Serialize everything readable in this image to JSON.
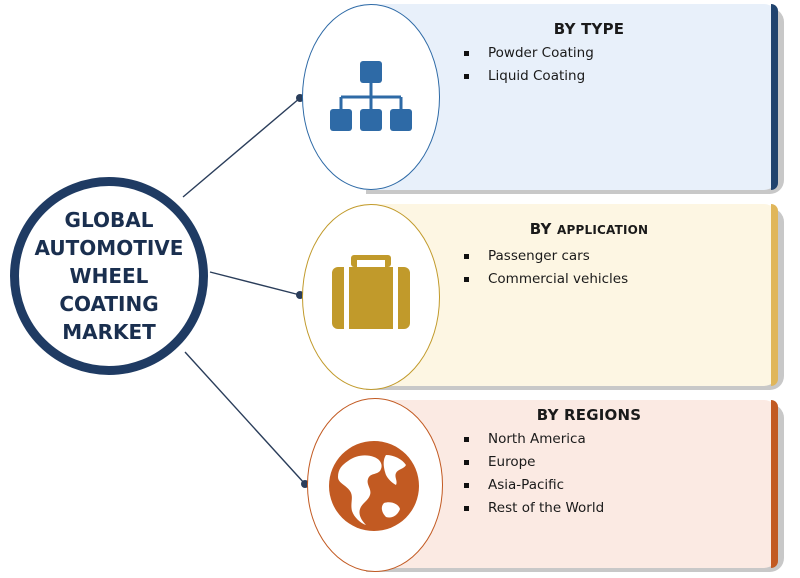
{
  "center": {
    "title": "GLOBAL\nAUTOMOTIVE\nWHEEL\nCOATING\nMARKET"
  },
  "colors": {
    "center_ring": "#1f3b63",
    "type_panel": "#e8f0fa",
    "type_edge": "#20436e",
    "type_icon": "#2e6aa6",
    "application_panel": "#fdf6e3",
    "application_edge": "#e0b65a",
    "application_icon": "#c19a2b",
    "regions_panel": "#fbeae3",
    "regions_edge": "#c25a22",
    "regions_icon": "#c25a22",
    "connector": "#2a3d5a"
  },
  "segments": [
    {
      "id": "type",
      "title_main": "BY TYPE",
      "title_small": "",
      "icon": "hierarchy-icon",
      "items": [
        "Powder Coating",
        "Liquid Coating"
      ]
    },
    {
      "id": "application",
      "title_main": "BY ",
      "title_small": "APPLICATION",
      "icon": "suitcase-icon",
      "items": [
        "Passenger cars",
        "Commercial vehicles"
      ]
    },
    {
      "id": "regions",
      "title_main": "BY REGIONS",
      "title_small": "",
      "icon": "globe-icon",
      "items": [
        "North America",
        "Europe",
        "Asia-Pacific",
        "Rest of the World"
      ]
    }
  ]
}
